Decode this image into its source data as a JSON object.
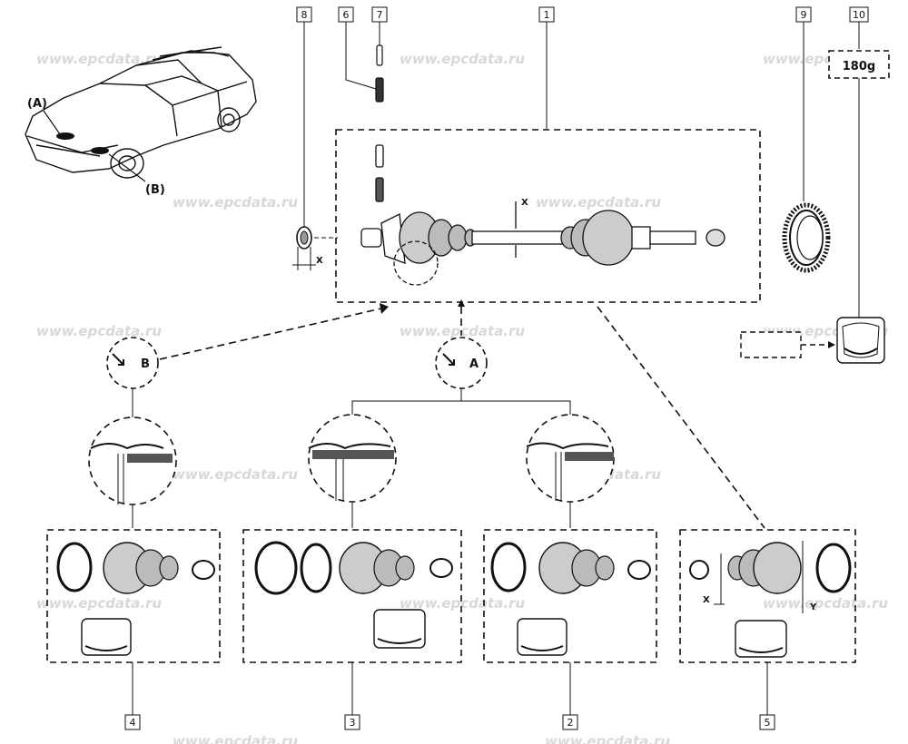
{
  "watermark": "www.epcdata.ru",
  "car_labels": {
    "a": "(A)",
    "b": "(B)"
  },
  "detail_labels": {
    "b": "B",
    "a": "A"
  },
  "dimension_labels": {
    "x": "X",
    "y": "Y"
  },
  "grease_quantity": "180g",
  "callouts": {
    "c1": "1",
    "c2": "2",
    "c3": "3",
    "c4": "4",
    "c5": "5",
    "c6": "6",
    "c7": "7",
    "c8": "8",
    "c9": "9",
    "c10": "10"
  }
}
